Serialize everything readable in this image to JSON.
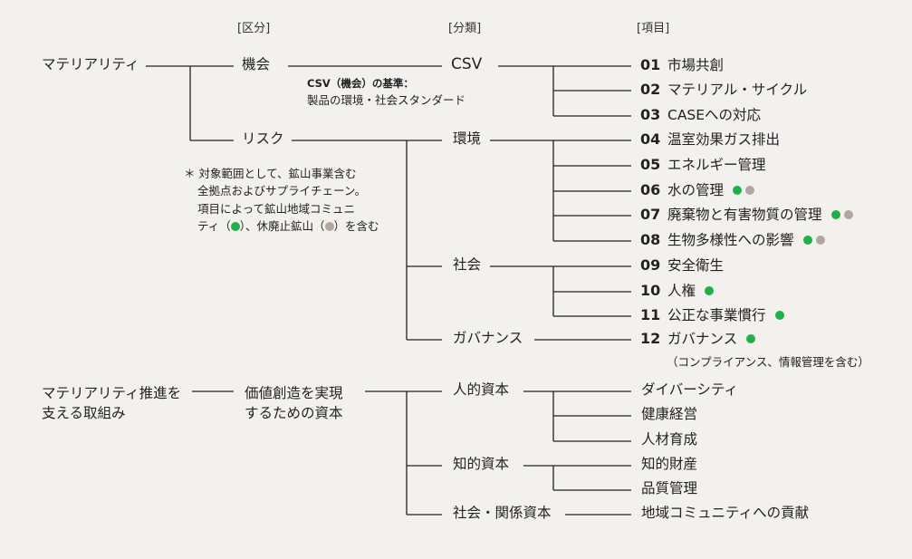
{
  "headers": {
    "category": "[区分]",
    "classification": "[分類]",
    "item": "[項目]"
  },
  "materiality": {
    "root": "マテリアリティ",
    "opportunity": "機会",
    "risk": "リスク",
    "csv": "CSV",
    "csv_note_line1": "CSV（機会）の基準：",
    "csv_note_line2": "製品の環境・社会スタンダード",
    "environment": "環境",
    "society": "社会",
    "governance": "ガバナンス",
    "risk_note": [
      "＊ 対象範囲として、鉱山事業含む",
      "全拠点およびサプライチェーン。",
      "項目によって鉱山地域コミュニ"
    ],
    "risk_note_line4_a": "ティ（",
    "risk_note_line4_b": "）、休廃止鉱山（",
    "risk_note_line4_c": "）を含む",
    "items": [
      {
        "no": "01",
        "label": "市場共創",
        "green": false,
        "gray": false
      },
      {
        "no": "02",
        "label": "マテリアル・サイクル",
        "green": false,
        "gray": false
      },
      {
        "no": "03",
        "label": "CASEへの対応",
        "green": false,
        "gray": false
      },
      {
        "no": "04",
        "label": "温室効果ガス排出",
        "green": false,
        "gray": false
      },
      {
        "no": "05",
        "label": "エネルギー管理",
        "green": false,
        "gray": false
      },
      {
        "no": "06",
        "label": "水の管理",
        "green": true,
        "gray": true
      },
      {
        "no": "07",
        "label": "廃棄物と有害物質の管理",
        "green": true,
        "gray": true
      },
      {
        "no": "08",
        "label": "生物多様性への影響",
        "green": true,
        "gray": true
      },
      {
        "no": "09",
        "label": "安全衛生",
        "green": false,
        "gray": false
      },
      {
        "no": "10",
        "label": "人権",
        "green": true,
        "gray": false
      },
      {
        "no": "11",
        "label": "公正な事業慣行",
        "green": true,
        "gray": false
      },
      {
        "no": "12",
        "label": "ガバナンス",
        "green": true,
        "gray": false
      }
    ],
    "governance_note": "（コンプライアンス、情報管理を含む）"
  },
  "promotion": {
    "root_line1": "マテリアリティ推進を",
    "root_line2": "支える取組み",
    "mid_line1": "価値創造を実現",
    "mid_line2": "するための資本",
    "human_capital": "人的資本",
    "intellectual_capital": "知的資本",
    "social_capital": "社会・関係資本",
    "human_items": [
      "ダイバーシティ",
      "健康経営",
      "人材育成"
    ],
    "intellectual_items": [
      "知的財産",
      "品質管理"
    ],
    "social_items": [
      "地域コミュニティへの貢献"
    ]
  },
  "colors": {
    "background": "#f2f1ee",
    "line": "#222222",
    "green_dot": "#1fb049",
    "gray_dot": "#b1a79f"
  }
}
